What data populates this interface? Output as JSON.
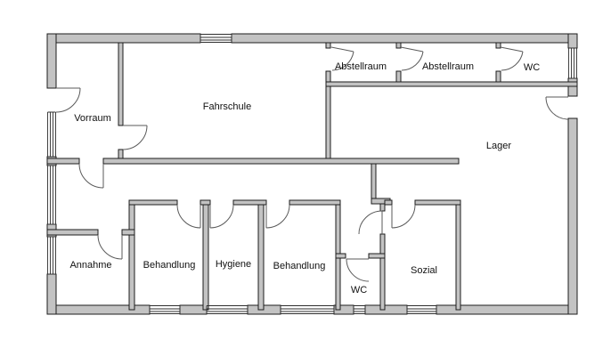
{
  "diagram": {
    "type": "floor-plan",
    "language": "de",
    "description": "Single-storey building floor plan with driving school, storage and treatment rooms"
  },
  "rooms": {
    "vorraum": {
      "label": "Vorraum"
    },
    "fahrschule": {
      "label": "Fahrschule"
    },
    "abstellraum1": {
      "label": "Abstellraum"
    },
    "abstellraum2": {
      "label": "Abstellraum"
    },
    "wc_top": {
      "label": "WC"
    },
    "lager": {
      "label": "Lager"
    },
    "annahme": {
      "label": "Annahme"
    },
    "behandlung1": {
      "label": "Behandlung"
    },
    "hygiene": {
      "label": "Hygiene"
    },
    "behandlung2": {
      "label": "Behandlung"
    },
    "wc_bottom": {
      "label": "WC"
    },
    "sozial": {
      "label": "Sozial"
    }
  },
  "colors": {
    "wall-fill": "#c3c3c3",
    "wall-stroke": "#1c1c1c",
    "door-stroke": "#5a5a5a",
    "window-stroke": "#2e2e2e",
    "bg": "#ffffff",
    "text-color": "#111111"
  }
}
